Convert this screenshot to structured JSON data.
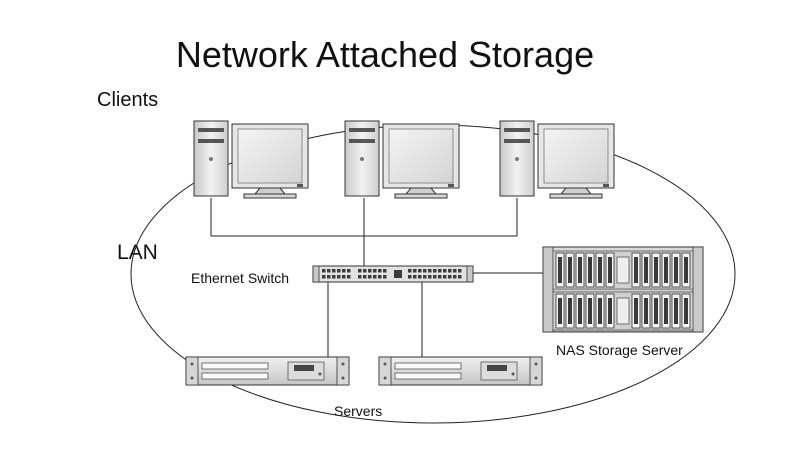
{
  "title": "Network Attached Storage",
  "labels": {
    "clients": "Clients",
    "lan": "LAN",
    "ethernet_switch": "Ethernet Switch",
    "nas_storage_server": "NAS Storage Server",
    "servers": "Servers"
  },
  "clients": [
    {
      "icon": "client-workstation-icon"
    },
    {
      "icon": "client-workstation-icon"
    },
    {
      "icon": "client-workstation-icon"
    }
  ],
  "servers": [
    {
      "icon": "rack-server-icon"
    },
    {
      "icon": "rack-server-icon"
    }
  ],
  "switch": {
    "icon": "ethernet-switch-icon"
  },
  "nas": {
    "icon": "nas-storage-array-icon"
  }
}
